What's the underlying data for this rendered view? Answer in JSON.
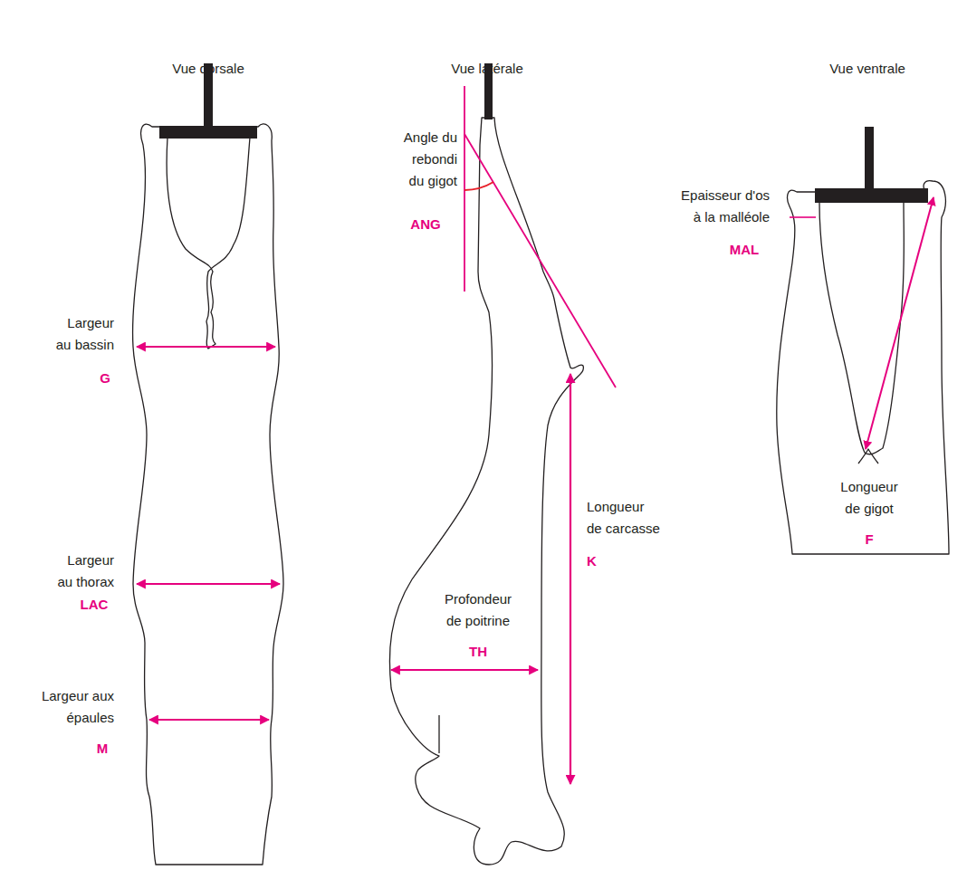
{
  "diagram": {
    "labels": [
      "Vue dorsale",
      "Vue latérale",
      "Vue ventrale",
      "Angle du rebondi du gigot",
      "ANG",
      "Epaisseur d'os à la malléole",
      "MAL",
      "Largeur au bassin",
      "G",
      "Longueur de gigot",
      "F",
      "Longueur de carcasse",
      "K",
      "Largeur au thorax",
      "LAC",
      "Profondeur de poitrine",
      "TH",
      "Largeur aux épaules",
      "M"
    ]
  }
}
